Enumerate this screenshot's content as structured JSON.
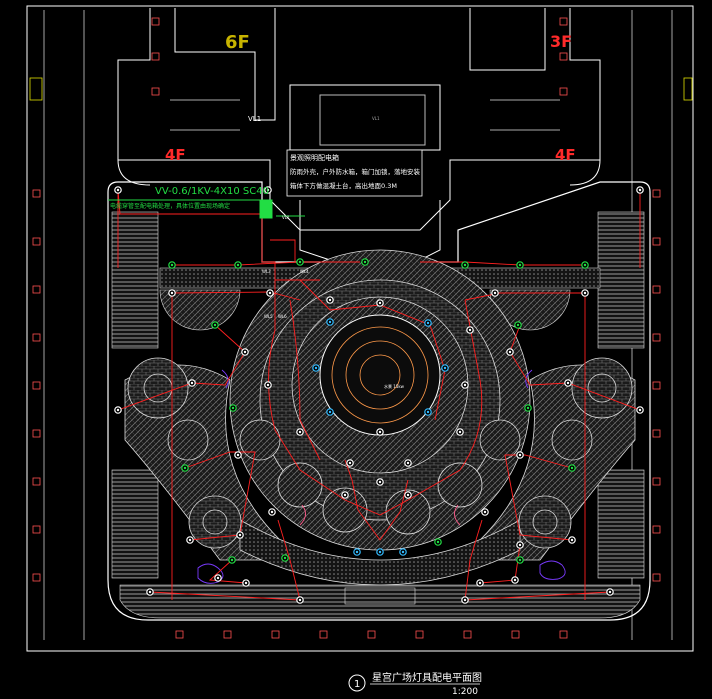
{
  "drawing": {
    "floor_labels": [
      "6F",
      "3F",
      "4F",
      "4F"
    ],
    "room_label": "VL1",
    "center_label": "VL1",
    "cable_spec": "VV-0.6/1KV-4X10 SC40",
    "cable_note": "电缆穿管至配电箱处理，具体位置由现场确定",
    "note_box": {
      "title": "景观照明配电箱",
      "line1": "防雨外壳，户外防水箱，箱门加锁，落地安装",
      "line2": "箱体下方做混凝土台，高出地面0.3M"
    },
    "feeder_labels": [
      "WL3",
      "WL4",
      "WL5",
      "WL6"
    ],
    "fountain_label": "水景 15kw"
  },
  "title_block": {
    "number": "1",
    "title": "星宫广场灯具配电平面图",
    "scale": "1:200"
  },
  "colors": {
    "background": "#000000",
    "wall": "#ffffff",
    "hatch": "#8a8a8a",
    "circuit": "#ff2020",
    "cable_text": "#00ff00",
    "floor_text": "#ff2a2a",
    "floor6_text": "#c8b400",
    "fountain": "#ff9a4a",
    "lamp_white": "#ffffff",
    "lamp_green": "#22dd44",
    "lamp_cyan": "#33bbff",
    "pink": "#ff5a8a",
    "purple": "#7a3aff"
  }
}
